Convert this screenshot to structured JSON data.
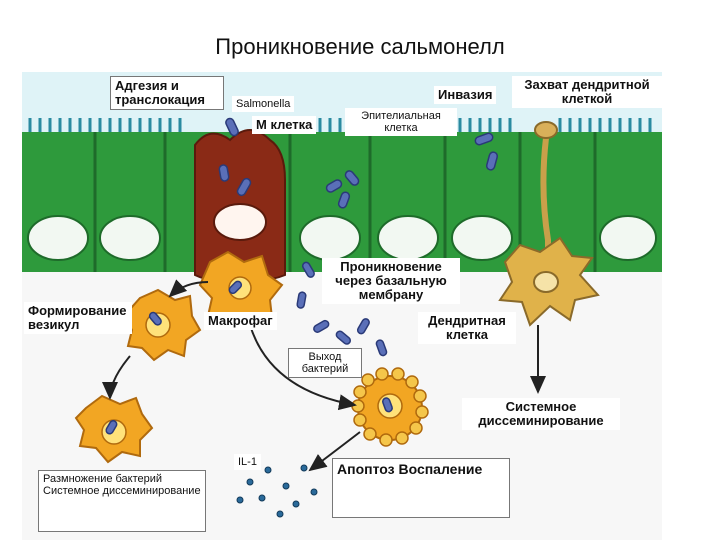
{
  "title": "Проникновение сальмонелл",
  "labels": {
    "adhesion": "Адгезия и транслокация",
    "salmonella": "Salmonella",
    "m_cell": "М клетка",
    "epithelial": "Эпителиальная клетка",
    "invasion": "Инвазия",
    "dc_capture": "Захват дендритной клеткой",
    "basement": "Проникновение через базальную мембрану",
    "vesicle": "Формирование везикул",
    "macrophage": "Макрофаг",
    "dendritic": "Дендритная клетка",
    "exit": "Выход бактерий",
    "systemic": "Системное диссеминирование",
    "il1": "IL-1",
    "apoptosis": "Апоптоз Воспаление",
    "replication": "Размножение бактерий Системное диссеминирование"
  },
  "colors": {
    "epithelium": "#2e9a3c",
    "epithelium_dark": "#1e6b2a",
    "lumen": "#dff3f7",
    "m_cell": "#8a2a16",
    "macrophage": "#f2a623",
    "dendritic": "#e0b24a",
    "bacterium": "#5a6fb8",
    "arrow": "#222222"
  }
}
